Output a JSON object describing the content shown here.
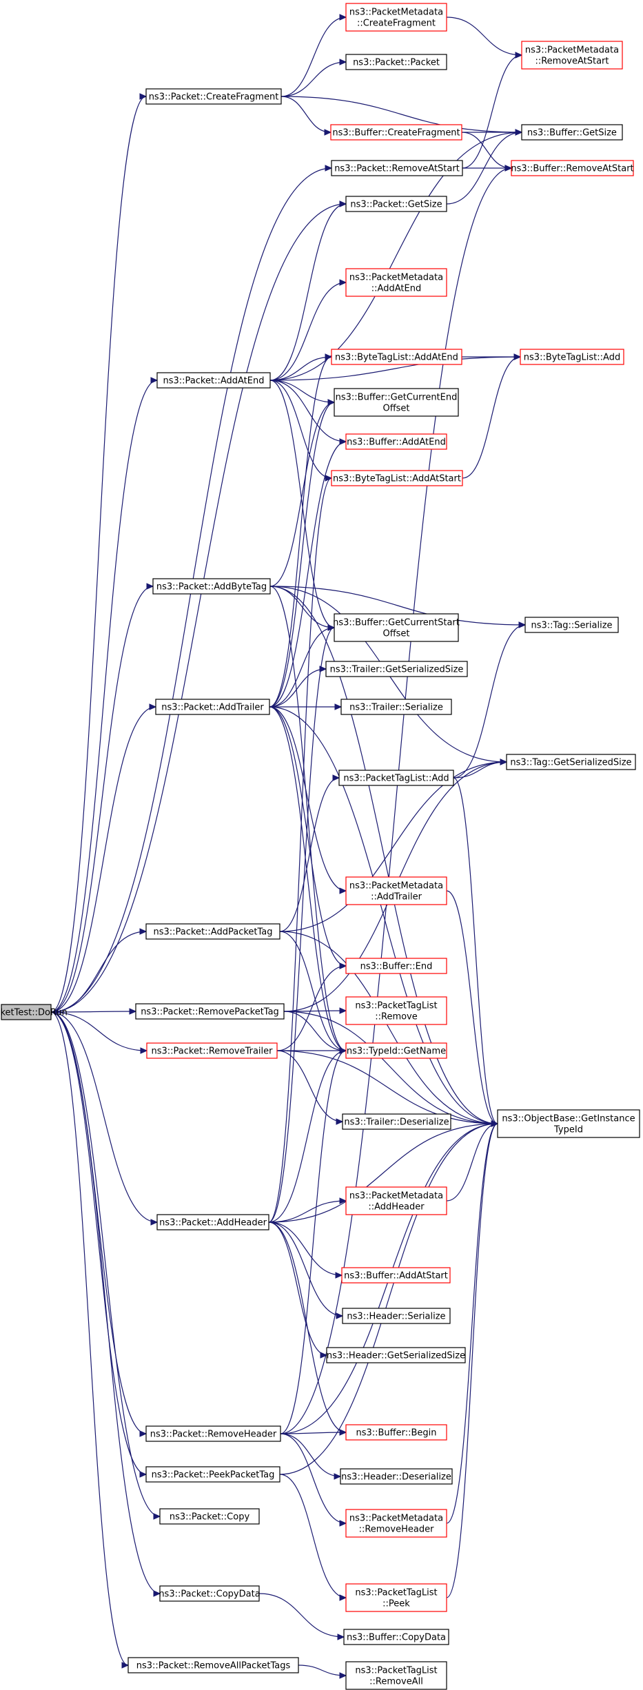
{
  "colors": {
    "edge": "#191970",
    "normal_border": "#000000",
    "truncated_border": "#ff0000",
    "root_fill": "#bfbfbf",
    "node_fill": "#ffffff"
  },
  "nodes": [
    {
      "id": "root",
      "lines": [
        "PacketTest::DoRun"
      ],
      "style": "root"
    },
    {
      "id": "pm_createfragment",
      "lines": [
        "ns3::PacketMetadata",
        "::CreateFragment"
      ],
      "style": "truncated"
    },
    {
      "id": "packet_packet",
      "lines": [
        "ns3::Packet::Packet"
      ],
      "style": "normal"
    },
    {
      "id": "pm_removeatstart",
      "lines": [
        "ns3::PacketMetadata",
        "::RemoveAtStart"
      ],
      "style": "truncated"
    },
    {
      "id": "packet_createfragment",
      "lines": [
        "ns3::Packet::CreateFragment"
      ],
      "style": "normal"
    },
    {
      "id": "buffer_createfragment",
      "lines": [
        "ns3::Buffer::CreateFragment"
      ],
      "style": "truncated"
    },
    {
      "id": "buffer_getsize",
      "lines": [
        "ns3::Buffer::GetSize"
      ],
      "style": "normal"
    },
    {
      "id": "packet_removeatstart",
      "lines": [
        "ns3::Packet::RemoveAtStart"
      ],
      "style": "normal"
    },
    {
      "id": "buffer_removeatstart",
      "lines": [
        "ns3::Buffer::RemoveAtStart"
      ],
      "style": "truncated"
    },
    {
      "id": "packet_getsize",
      "lines": [
        "ns3::Packet::GetSize"
      ],
      "style": "normal"
    },
    {
      "id": "pm_addatend",
      "lines": [
        "ns3::PacketMetadata",
        "::AddAtEnd"
      ],
      "style": "truncated"
    },
    {
      "id": "btl_addatend",
      "lines": [
        "ns3::ByteTagList::AddAtEnd"
      ],
      "style": "truncated"
    },
    {
      "id": "btl_add",
      "lines": [
        "ns3::ByteTagList::Add"
      ],
      "style": "truncated"
    },
    {
      "id": "packet_addatend",
      "lines": [
        "ns3::Packet::AddAtEnd"
      ],
      "style": "normal"
    },
    {
      "id": "buffer_getcurrentendoffset",
      "lines": [
        "ns3::Buffer::GetCurrentEnd",
        "Offset"
      ],
      "style": "normal"
    },
    {
      "id": "buffer_addatend",
      "lines": [
        "ns3::Buffer::AddAtEnd"
      ],
      "style": "truncated"
    },
    {
      "id": "btl_addatstart",
      "lines": [
        "ns3::ByteTagList::AddAtStart"
      ],
      "style": "truncated"
    },
    {
      "id": "packet_addbytetag",
      "lines": [
        "ns3::Packet::AddByteTag"
      ],
      "style": "normal"
    },
    {
      "id": "buffer_getcurrentstartoffset",
      "lines": [
        "ns3::Buffer::GetCurrentStart",
        "Offset"
      ],
      "style": "normal"
    },
    {
      "id": "tag_serialize",
      "lines": [
        "ns3::Tag::Serialize"
      ],
      "style": "normal"
    },
    {
      "id": "trailer_getserializedsize",
      "lines": [
        "ns3::Trailer::GetSerializedSize"
      ],
      "style": "normal"
    },
    {
      "id": "packet_addtrailer",
      "lines": [
        "ns3::Packet::AddTrailer"
      ],
      "style": "normal"
    },
    {
      "id": "trailer_serialize",
      "lines": [
        "ns3::Trailer::Serialize"
      ],
      "style": "normal"
    },
    {
      "id": "ptl_add",
      "lines": [
        "ns3::PacketTagList::Add"
      ],
      "style": "normal"
    },
    {
      "id": "tag_getserializedsize",
      "lines": [
        "ns3::Tag::GetSerializedSize"
      ],
      "style": "normal"
    },
    {
      "id": "pm_addtrailer",
      "lines": [
        "ns3::PacketMetadata",
        "::AddTrailer"
      ],
      "style": "truncated"
    },
    {
      "id": "packet_addpackettag",
      "lines": [
        "ns3::Packet::AddPacketTag"
      ],
      "style": "normal"
    },
    {
      "id": "buffer_end",
      "lines": [
        "ns3::Buffer::End"
      ],
      "style": "truncated"
    },
    {
      "id": "packet_removepackettag",
      "lines": [
        "ns3::Packet::RemovePacketTag"
      ],
      "style": "normal"
    },
    {
      "id": "ptl_remove",
      "lines": [
        "ns3::PacketTagList",
        "::Remove"
      ],
      "style": "truncated"
    },
    {
      "id": "packet_removetrailer",
      "lines": [
        "ns3::Packet::RemoveTrailer"
      ],
      "style": "truncated"
    },
    {
      "id": "typeid_getname",
      "lines": [
        "ns3::TypeId::GetName"
      ],
      "style": "truncated"
    },
    {
      "id": "trailer_deserialize",
      "lines": [
        "ns3::Trailer::Deserialize"
      ],
      "style": "normal"
    },
    {
      "id": "objectbase_getinstancetypeid",
      "lines": [
        "ns3::ObjectBase::GetInstance",
        "TypeId"
      ],
      "style": "normal"
    },
    {
      "id": "pm_addheader",
      "lines": [
        "ns3::PacketMetadata",
        "::AddHeader"
      ],
      "style": "truncated"
    },
    {
      "id": "packet_addheader",
      "lines": [
        "ns3::Packet::AddHeader"
      ],
      "style": "normal"
    },
    {
      "id": "buffer_addatstart",
      "lines": [
        "ns3::Buffer::AddAtStart"
      ],
      "style": "truncated"
    },
    {
      "id": "header_serialize",
      "lines": [
        "ns3::Header::Serialize"
      ],
      "style": "normal"
    },
    {
      "id": "header_getserializedsize",
      "lines": [
        "ns3::Header::GetSerializedSize"
      ],
      "style": "normal"
    },
    {
      "id": "packet_removeheader",
      "lines": [
        "ns3::Packet::RemoveHeader"
      ],
      "style": "normal"
    },
    {
      "id": "buffer_begin",
      "lines": [
        "ns3::Buffer::Begin"
      ],
      "style": "truncated"
    },
    {
      "id": "packet_peekpackettag",
      "lines": [
        "ns3::Packet::PeekPacketTag"
      ],
      "style": "normal"
    },
    {
      "id": "header_deserialize",
      "lines": [
        "ns3::Header::Deserialize"
      ],
      "style": "normal"
    },
    {
      "id": "pm_removeheader",
      "lines": [
        "ns3::PacketMetadata",
        "::RemoveHeader"
      ],
      "style": "truncated"
    },
    {
      "id": "packet_copy",
      "lines": [
        "ns3::Packet::Copy"
      ],
      "style": "normal"
    },
    {
      "id": "packet_copydata",
      "lines": [
        "ns3::Packet::CopyData"
      ],
      "style": "normal"
    },
    {
      "id": "ptl_peek",
      "lines": [
        "ns3::PacketTagList",
        "::Peek"
      ],
      "style": "truncated"
    },
    {
      "id": "buffer_copydata",
      "lines": [
        "ns3::Buffer::CopyData"
      ],
      "style": "normal"
    },
    {
      "id": "packet_removeallpackettags",
      "lines": [
        "ns3::Packet::RemoveAllPacketTags"
      ],
      "style": "normal"
    },
    {
      "id": "ptl_removeall",
      "lines": [
        "ns3::PacketTagList",
        "::RemoveAll"
      ],
      "style": "normal"
    }
  ],
  "edges": [
    [
      "root",
      "packet_createfragment"
    ],
    [
      "root",
      "packet_removeatstart"
    ],
    [
      "root",
      "packet_getsize"
    ],
    [
      "root",
      "packet_addatend"
    ],
    [
      "root",
      "packet_addbytetag"
    ],
    [
      "root",
      "packet_addtrailer"
    ],
    [
      "root",
      "packet_addpackettag"
    ],
    [
      "root",
      "packet_removepackettag"
    ],
    [
      "root",
      "packet_removetrailer"
    ],
    [
      "root",
      "packet_addheader"
    ],
    [
      "root",
      "packet_removeheader"
    ],
    [
      "root",
      "packet_peekpackettag"
    ],
    [
      "root",
      "packet_copy"
    ],
    [
      "root",
      "packet_copydata"
    ],
    [
      "root",
      "packet_removeallpackettags"
    ],
    [
      "packet_createfragment",
      "pm_createfragment"
    ],
    [
      "packet_createfragment",
      "packet_packet"
    ],
    [
      "packet_createfragment",
      "buffer_createfragment"
    ],
    [
      "packet_createfragment",
      "buffer_getsize"
    ],
    [
      "pm_createfragment",
      "pm_removeatstart"
    ],
    [
      "buffer_createfragment",
      "buffer_getsize"
    ],
    [
      "buffer_createfragment",
      "buffer_removeatstart"
    ],
    [
      "packet_removeatstart",
      "pm_removeatstart"
    ],
    [
      "packet_removeatstart",
      "buffer_removeatstart"
    ],
    [
      "packet_getsize",
      "buffer_getsize"
    ],
    [
      "packet_addatend",
      "pm_addatend"
    ],
    [
      "packet_addatend",
      "btl_addatend"
    ],
    [
      "packet_addatend",
      "btl_add"
    ],
    [
      "packet_addatend",
      "buffer_getcurrentendoffset"
    ],
    [
      "packet_addatend",
      "buffer_addatend"
    ],
    [
      "packet_addatend",
      "btl_addatstart"
    ],
    [
      "packet_addatend",
      "buffer_getcurrentstartoffset"
    ],
    [
      "packet_addatend",
      "packet_getsize"
    ],
    [
      "packet_addatend",
      "buffer_getsize"
    ],
    [
      "btl_addatend",
      "btl_add"
    ],
    [
      "btl_addatstart",
      "btl_add"
    ],
    [
      "packet_addbytetag",
      "buffer_getcurrentendoffset"
    ],
    [
      "packet_addbytetag",
      "buffer_getcurrentstartoffset"
    ],
    [
      "packet_addbytetag",
      "tag_serialize"
    ],
    [
      "packet_addbytetag",
      "tag_getserializedsize"
    ],
    [
      "packet_addbytetag",
      "typeid_getname"
    ],
    [
      "packet_addbytetag",
      "objectbase_getinstancetypeid"
    ],
    [
      "packet_addtrailer",
      "trailer_getserializedsize"
    ],
    [
      "packet_addtrailer",
      "trailer_serialize"
    ],
    [
      "packet_addtrailer",
      "buffer_getcurrentstartoffset"
    ],
    [
      "packet_addtrailer",
      "buffer_addatend"
    ],
    [
      "packet_addtrailer",
      "btl_addatend"
    ],
    [
      "packet_addtrailer",
      "pm_addtrailer"
    ],
    [
      "packet_addtrailer",
      "buffer_end"
    ],
    [
      "packet_addtrailer",
      "typeid_getname"
    ],
    [
      "packet_addtrailer",
      "objectbase_getinstancetypeid"
    ],
    [
      "packet_addtrailer",
      "buffer_getcurrentendoffset"
    ],
    [
      "ptl_add",
      "tag_serialize"
    ],
    [
      "ptl_add",
      "tag_getserializedsize"
    ],
    [
      "ptl_add",
      "objectbase_getinstancetypeid"
    ],
    [
      "pm_addtrailer",
      "objectbase_getinstancetypeid"
    ],
    [
      "packet_addpackettag",
      "ptl_add"
    ],
    [
      "packet_addpackettag",
      "tag_getserializedsize"
    ],
    [
      "packet_addpackettag",
      "typeid_getname"
    ],
    [
      "packet_addpackettag",
      "objectbase_getinstancetypeid"
    ],
    [
      "packet_removepackettag",
      "ptl_remove"
    ],
    [
      "packet_removepackettag",
      "tag_getserializedsize"
    ],
    [
      "packet_removepackettag",
      "typeid_getname"
    ],
    [
      "packet_removepackettag",
      "objectbase_getinstancetypeid"
    ],
    [
      "packet_removetrailer",
      "buffer_end"
    ],
    [
      "packet_removetrailer",
      "trailer_deserialize"
    ],
    [
      "packet_removetrailer",
      "typeid_getname"
    ],
    [
      "packet_removetrailer",
      "objectbase_getinstancetypeid"
    ],
    [
      "packet_addheader",
      "pm_addheader"
    ],
    [
      "packet_addheader",
      "buffer_addatstart"
    ],
    [
      "packet_addheader",
      "header_serialize"
    ],
    [
      "packet_addheader",
      "header_getserializedsize"
    ],
    [
      "packet_addheader",
      "buffer_begin"
    ],
    [
      "packet_addheader",
      "typeid_getname"
    ],
    [
      "packet_addheader",
      "objectbase_getinstancetypeid"
    ],
    [
      "packet_addheader",
      "btl_addatstart"
    ],
    [
      "packet_addheader",
      "buffer_getcurrentstartoffset"
    ],
    [
      "pm_addheader",
      "objectbase_getinstancetypeid"
    ],
    [
      "packet_removeheader",
      "buffer_begin"
    ],
    [
      "packet_removeheader",
      "header_deserialize"
    ],
    [
      "packet_removeheader",
      "pm_removeheader"
    ],
    [
      "packet_removeheader",
      "typeid_getname"
    ],
    [
      "packet_removeheader",
      "objectbase_getinstancetypeid"
    ],
    [
      "packet_removeheader",
      "buffer_removeatstart"
    ],
    [
      "pm_removeheader",
      "objectbase_getinstancetypeid"
    ],
    [
      "packet_peekpackettag",
      "ptl_peek"
    ],
    [
      "packet_peekpackettag",
      "objectbase_getinstancetypeid"
    ],
    [
      "ptl_peek",
      "objectbase_getinstancetypeid"
    ],
    [
      "packet_copydata",
      "buffer_copydata"
    ],
    [
      "packet_removeallpackettags",
      "ptl_removeall"
    ]
  ]
}
